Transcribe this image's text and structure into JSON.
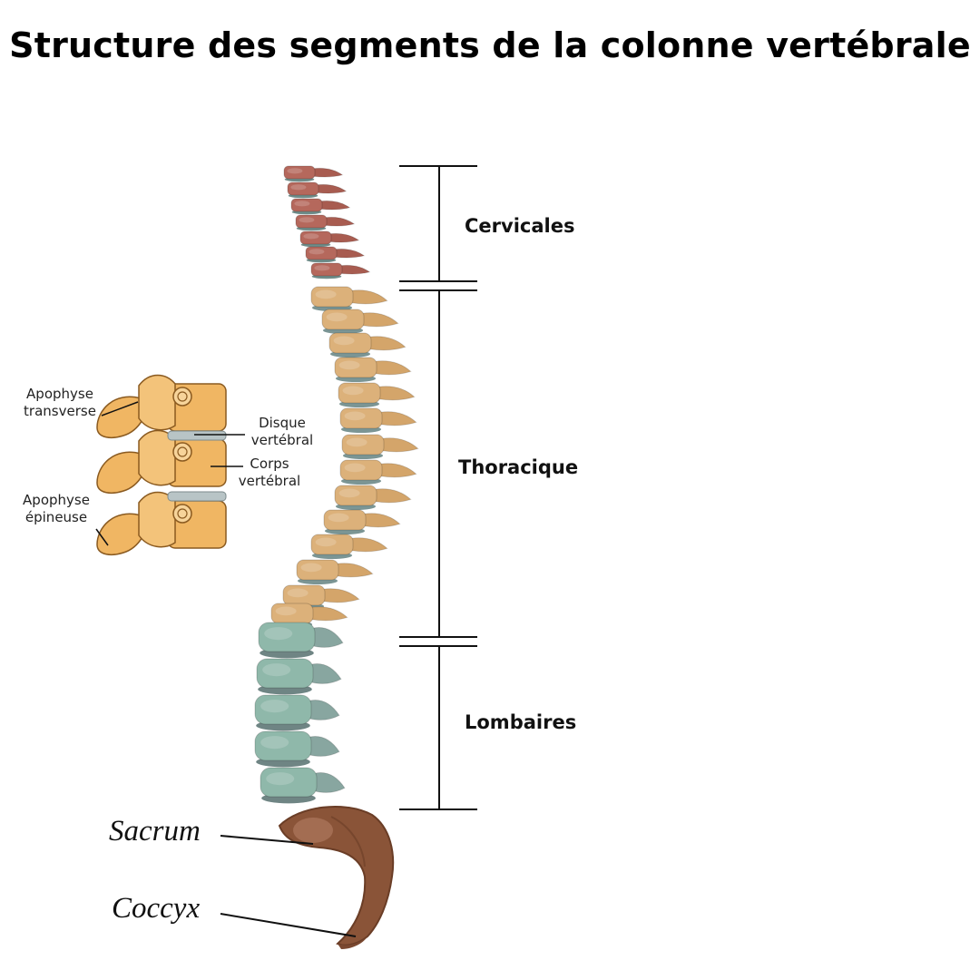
{
  "title": "Structure des segments de la colonne vertébrale",
  "segments": {
    "cervicales": "Cervicales",
    "thoracique": "Thoracique",
    "lombaires": "Lombaires"
  },
  "inset": {
    "apophyse_transverse": [
      "Apophyse",
      "transverse"
    ],
    "disque_vertebral": [
      "Disque",
      "vertébral"
    ],
    "corps_vertebral": [
      "Corps",
      "vertébral"
    ],
    "apophyse_epineuse": [
      "Apophyse",
      "épineuse"
    ]
  },
  "lower": {
    "sacrum": "Sacrum",
    "coccyx": "Coccyx"
  },
  "colors": {
    "cervical": "#b5685c",
    "thoracic": "#dcb17a",
    "lumbar": "#8fb8aa",
    "sacrum": "#8a5438",
    "disc": "#6d8a88",
    "inset_bone": "#f0b663",
    "inset_disc": "#b8c4c6"
  }
}
